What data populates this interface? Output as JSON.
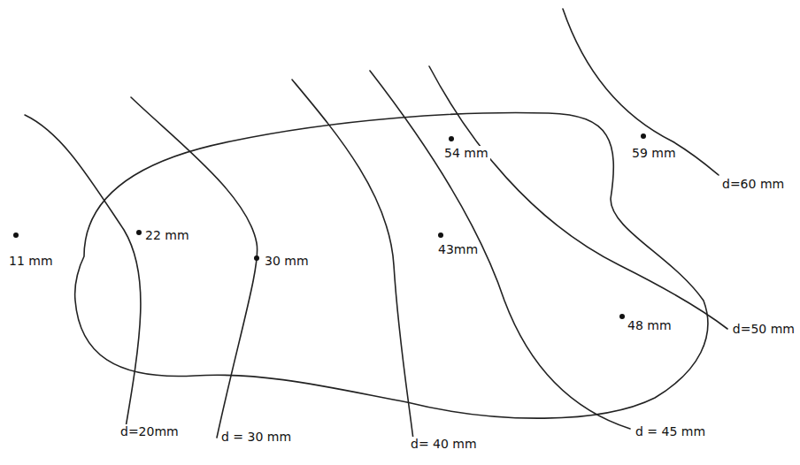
{
  "diagram": {
    "labels": [
      "54 mm",
      "59 mm",
      "d=60 mm",
      "11 mm",
      "22 mm",
      "30 mm",
      "43mm",
      "48 mm",
      "d=50 mm",
      "d=20mm",
      "d = 30 mm",
      "d= 40 mm",
      "d = 45 mm"
    ]
  }
}
